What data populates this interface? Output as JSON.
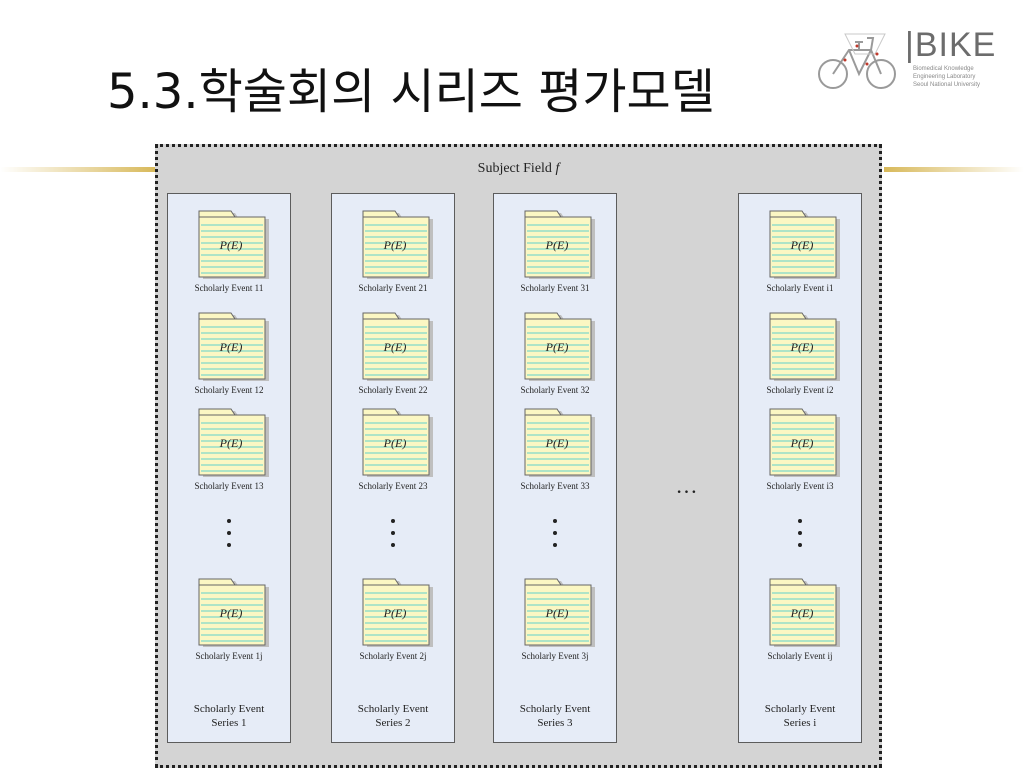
{
  "slide": {
    "title": "5.3.학술회의 시리즈 평가모델"
  },
  "logo": {
    "wordmark": "BIKE",
    "sub_lines": [
      "Biomedical Knowledge",
      "Engineering Laboratory",
      "Seoul National University"
    ],
    "icon": "bicycle-icon"
  },
  "diagram": {
    "field_label": "Subject Field",
    "field_var": "f",
    "folder_label": "P(E)",
    "more_series": "…",
    "colors": {
      "field_bg": "#d4d4d4",
      "series_bg": "#e6ecf7",
      "folder_fill": "#fbf7c3",
      "folder_lines": "#7fd8c9",
      "accent_gold": "#d8b95a"
    },
    "series": [
      {
        "label_line1": "Scholarly Event",
        "label_line2": "Series 1",
        "events": [
          "Scholarly Event 11",
          "Scholarly Event 12",
          "Scholarly Event 13",
          "Scholarly Event 1j"
        ]
      },
      {
        "label_line1": "Scholarly Event",
        "label_line2": "Series 2",
        "events": [
          "Scholarly Event 21",
          "Scholarly Event 22",
          "Scholarly Event 23",
          "Scholarly Event 2j"
        ]
      },
      {
        "label_line1": "Scholarly Event",
        "label_line2": "Series 3",
        "events": [
          "Scholarly Event 31",
          "Scholarly Event 32",
          "Scholarly Event 33",
          "Scholarly Event 3j"
        ]
      },
      {
        "label_line1": "Scholarly Event",
        "label_line2": "Series i",
        "events": [
          "Scholarly Event i1",
          "Scholarly Event i2",
          "Scholarly Event i3",
          "Scholarly Event ij"
        ]
      }
    ]
  }
}
